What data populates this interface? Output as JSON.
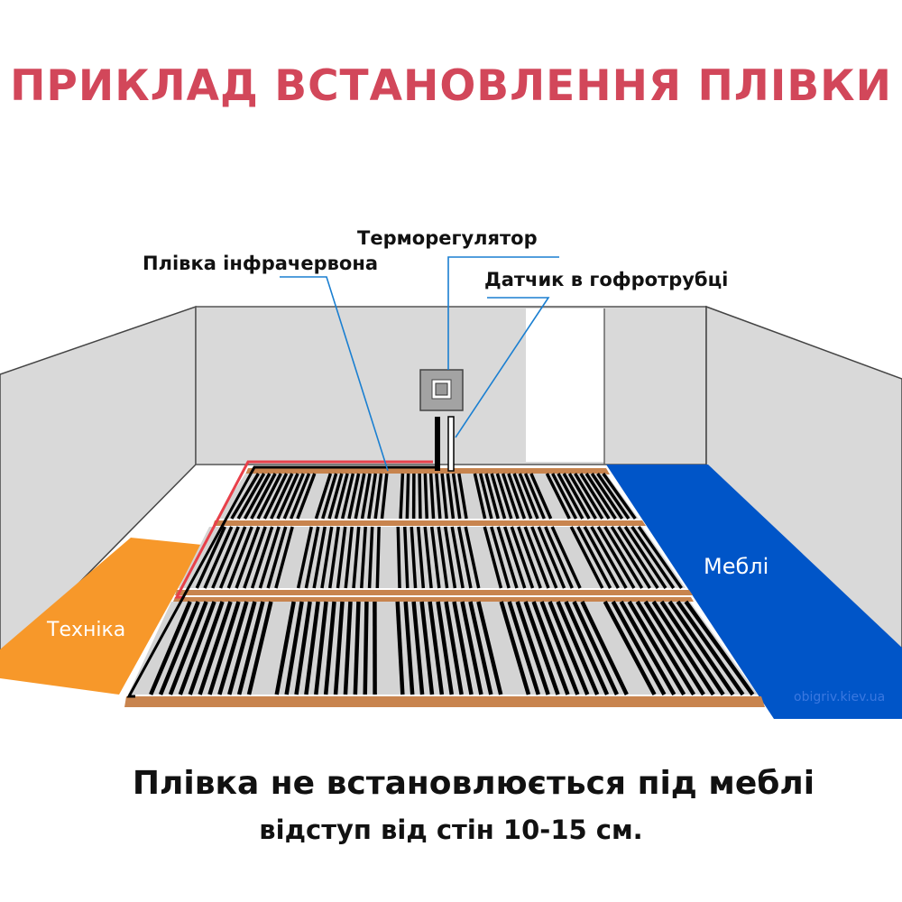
{
  "title": "ПРИКЛАД ВСТАНОВЛЕННЯ ПЛІВКИ",
  "labels": {
    "thermostat": "Терморегулятор",
    "film": "Плівка інфрачервона",
    "sensor": "Датчик в гофротрубці"
  },
  "zones": {
    "appliances": "Техніка",
    "furniture": "Меблі"
  },
  "watermark": "obigriv.kiev.ua",
  "notes": {
    "line1": "Плівка не встановлюється під меблі",
    "line2": "відступ від стін 10-15 см."
  },
  "colors": {
    "title": "#d2475a",
    "appliances": "#f7982a",
    "furniture": "#0055c8",
    "leader": "#1a7fd1",
    "wire_red": "#e8404a",
    "wood": "#c8844e"
  }
}
